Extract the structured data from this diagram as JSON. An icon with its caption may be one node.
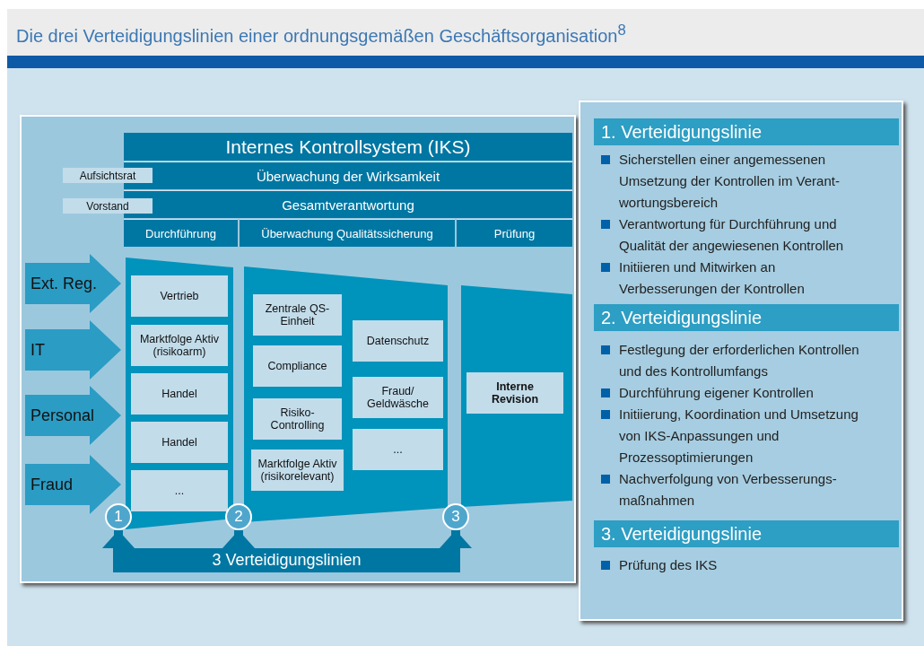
{
  "diagram": {
    "title": "Die drei Verteidigungslinien einer ordnungsgemäßen Geschäftsorganisation$^{8}$",
    "nodes": [
      {
        "text": [
          "Internes Kontrollsystem (IKS)"
        ]
      },
      {
        "text": [
          "Überwachung der Wirksamkeit"
        ]
      },
      {
        "text": [
          "Aufsichtsrat"
        ]
      },
      {
        "text": [
          "Gesamtverantwortung"
        ]
      },
      {
        "text": [
          "Vorstand"
        ]
      },
      {
        "text": [
          "Durchführung"
        ]
      },
      {
        "text": [
          "Überwachung Qualitätssicherung"
        ]
      },
      {
        "text": [
          "Prüfung"
        ]
      },
      {
        "text": [
          "Ext. Reg."
        ]
      },
      {
        "text": [
          "IT"
        ]
      },
      {
        "text": [
          "Personal"
        ]
      },
      {
        "text": [
          "Fraud"
        ]
      },
      {
        "text": [],
        "shape": "box"
      },
      {
        "text": [
          "Vertrieb"
        ],
        "in": 12
      },
      {
        "text": [
          "Marktfolge Aktiv (risikoarm)"
        ],
        "in": 12
      },
      {
        "text": [
          "Handel"
        ],
        "in": 12
      },
      {
        "text": [
          "Handel"
        ],
        "in": 12
      },
      {
        "text": [
          "..."
        ],
        "in": 12
      },
      {
        "text": [],
        "shape": "box"
      },
      {
        "text": [
          "Zentrale QS-Einheit"
        ],
        "in": 18
      },
      {
        "text": [
          "Compliance"
        ],
        "in": 18
      },
      {
        "text": [
          "Risiko- Controlling"
        ],
        "in": 18
      },
      {
        "text": [
          "Marktfolge Aktiv (risikorelevant)"
        ],
        "in": 18
      },
      {
        "text": [
          "Datenschutz"
        ],
        "in": 18
      },
      {
        "text": [
          "Fraud/ Geldwäsche"
        ],
        "in": 18
      },
      {
        "text": [
          "..."
        ],
        "in": 18
      },
      {
        "text": [],
        "shape": "box"
      },
      {
        "text": [
          "Interne Revision"
        ],
        "in": 26
      },
      {
        "text": [
          "1"
        ]
      },
      {
        "text": [
          "2"
        ]
      },
      {
        "text": [
          "3"
        ]
      },
      {
        "text": [
          "3 Verteidigungslinien"
        ]
      },
      {
        "text": [],
        "shape": "box"
      },
      {
        "text": [
          "1. Verteidigungslinie"
        ],
        "in": 32,
        "beside": [
          "Sicherstellen einer angemessenen Umsetzung der Kontrollen im Verant- wortungsbereich",
          "Verantwortung für Durchführung und Qualität der angewiesenen Kontrollen",
          "Initiieren und Mitwirken an Verbesserungen der Kontrollen"
        ]
      },
      {
        "text": [
          "2. Verteidigungslinie"
        ],
        "in": 32,
        "beside": [
          "Festlegung der erforderlichen Kontrollen und des Kontrollumfangs",
          "Durchführung eigener Kontrollen",
          "Initiierung, Koordination und Umsetzung von IKS-Anpassungen und Prozessoptimierungen",
          "Nachverfolgung von Verbesserungs- maßnahmen"
        ]
      },
      {
        "text": [
          "3. Verteidigungslinie"
        ],
        "in": 32,
        "beside": [
          "Prüfung des IKS"
        ]
      }
    ],
    "edges": [
      {
        "from": 31,
        "to": 28,
        "arrow": "to"
      },
      {
        "from": 31,
        "to": 29,
        "arrow": "to"
      },
      {
        "from": 31,
        "to": 30,
        "arrow": "to"
      }
    ]
  }
}
